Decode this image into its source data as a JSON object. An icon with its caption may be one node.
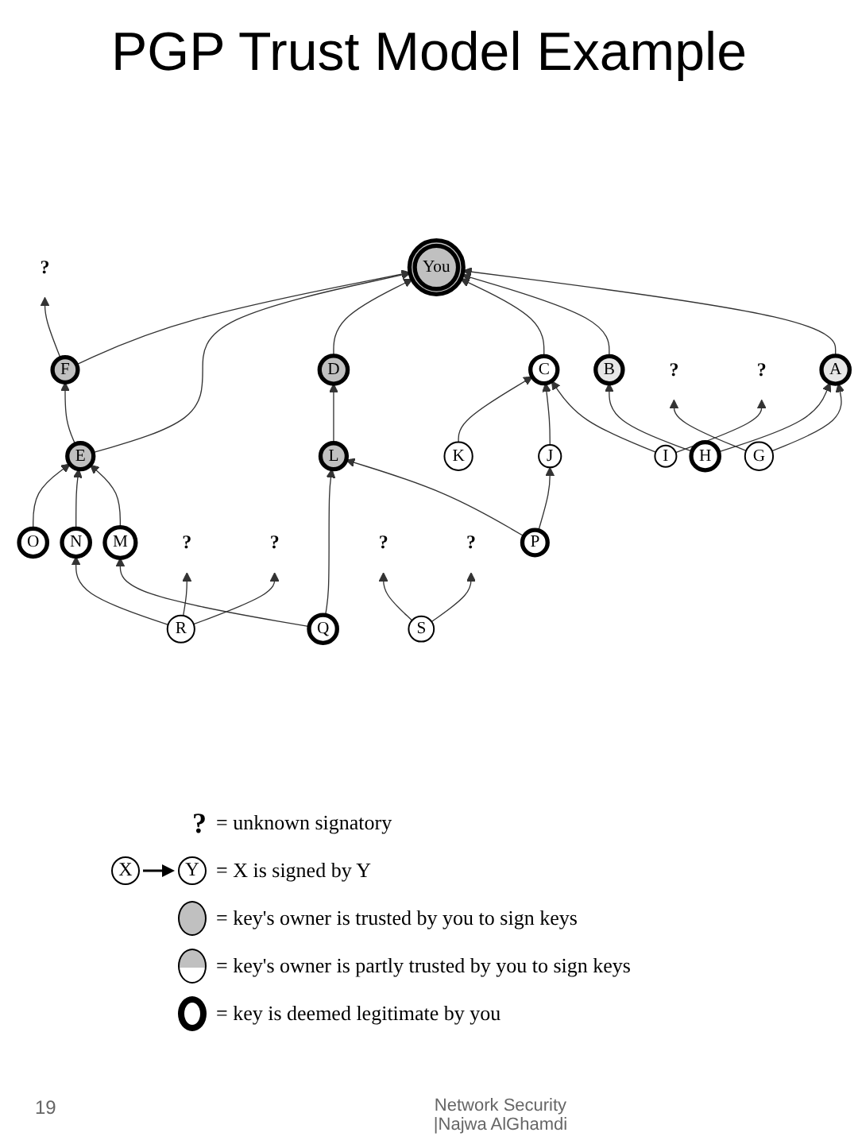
{
  "diagram": {
    "title": "PGP Trust Model Example",
    "nodes": [
      {
        "text": [
          "You"
        ]
      },
      {
        "text": [
          "A"
        ]
      },
      {
        "text": [
          "B"
        ]
      },
      {
        "text": [
          "C"
        ]
      },
      {
        "text": [
          "D"
        ]
      },
      {
        "text": [
          "E"
        ]
      },
      {
        "text": [
          "F"
        ]
      },
      {
        "text": [
          "?"
        ]
      },
      {
        "text": [
          "?"
        ]
      },
      {
        "text": [
          "G"
        ]
      },
      {
        "text": [
          "H"
        ]
      },
      {
        "text": [
          "?"
        ]
      },
      {
        "text": [
          "I"
        ]
      },
      {
        "text": [
          "J"
        ]
      },
      {
        "text": [
          "K"
        ]
      },
      {
        "text": [
          "L"
        ]
      },
      {
        "text": [
          "M"
        ]
      },
      {
        "text": [
          "N"
        ]
      },
      {
        "text": [
          "O"
        ]
      },
      {
        "text": [
          "?"
        ]
      },
      {
        "text": [
          "?"
        ]
      },
      {
        "text": [
          "P"
        ]
      },
      {
        "text": [
          "Q"
        ]
      },
      {
        "text": [
          "R"
        ]
      },
      {
        "text": [
          "?"
        ]
      },
      {
        "text": [
          "S"
        ]
      },
      {
        "text": [
          "?"
        ]
      }
    ],
    "edges": [
      {
        "from": 1,
        "to": 0,
        "arrow": "to"
      },
      {
        "from": 2,
        "to": 0,
        "arrow": "to"
      },
      {
        "from": 3,
        "to": 0,
        "arrow": "to"
      },
      {
        "from": 4,
        "to": 0,
        "arrow": "to"
      },
      {
        "from": 5,
        "to": 0,
        "arrow": "to"
      },
      {
        "from": 6,
        "to": 0,
        "arrow": "to"
      },
      {
        "from": 5,
        "to": 6,
        "arrow": "to"
      },
      {
        "from": 6,
        "to": 7,
        "arrow": "to"
      },
      {
        "from": 9,
        "to": 8,
        "arrow": "to"
      },
      {
        "from": 9,
        "to": 1,
        "arrow": "to"
      },
      {
        "from": 10,
        "to": 1,
        "arrow": "to"
      },
      {
        "from": 10,
        "to": 2,
        "arrow": "to"
      },
      {
        "from": 12,
        "to": 11,
        "arrow": "to"
      },
      {
        "from": 12,
        "to": 3,
        "arrow": "to"
      },
      {
        "from": 13,
        "to": 3,
        "arrow": "to"
      },
      {
        "from": 14,
        "to": 3,
        "arrow": "to"
      },
      {
        "from": 15,
        "to": 4,
        "arrow": "to"
      },
      {
        "from": 16,
        "to": 5,
        "arrow": "to"
      },
      {
        "from": 17,
        "to": 5,
        "arrow": "to"
      },
      {
        "from": 18,
        "to": 5,
        "arrow": "to"
      },
      {
        "from": 21,
        "to": 13,
        "arrow": "to"
      },
      {
        "from": 21,
        "to": 15,
        "arrow": "to"
      },
      {
        "from": 22,
        "to": 15,
        "arrow": "to"
      },
      {
        "from": 22,
        "to": 16,
        "arrow": "to"
      },
      {
        "from": 23,
        "to": 17,
        "arrow": "to"
      },
      {
        "from": 23,
        "to": 19,
        "arrow": "to"
      },
      {
        "from": 23,
        "to": 20,
        "arrow": "to"
      },
      {
        "from": 25,
        "to": 24,
        "arrow": "to"
      },
      {
        "from": 25,
        "to": 26,
        "arrow": "to"
      }
    ],
    "labels": [
      "?",
      "X",
      "Y",
      "19",
      "Network Security |Najwa AlGhamdi"
    ],
    "legend": [
      {
        "text": "= unknown signatory"
      },
      {
        "text": "= X is signed by Y"
      },
      {
        "text": "= key's owner is trusted by you to sign keys",
        "color": "#c0c0c0"
      },
      {
        "text": "= key's owner is partly trusted by you to sign keys"
      },
      {
        "text": "= key is deemed legitimate by you"
      }
    ]
  }
}
